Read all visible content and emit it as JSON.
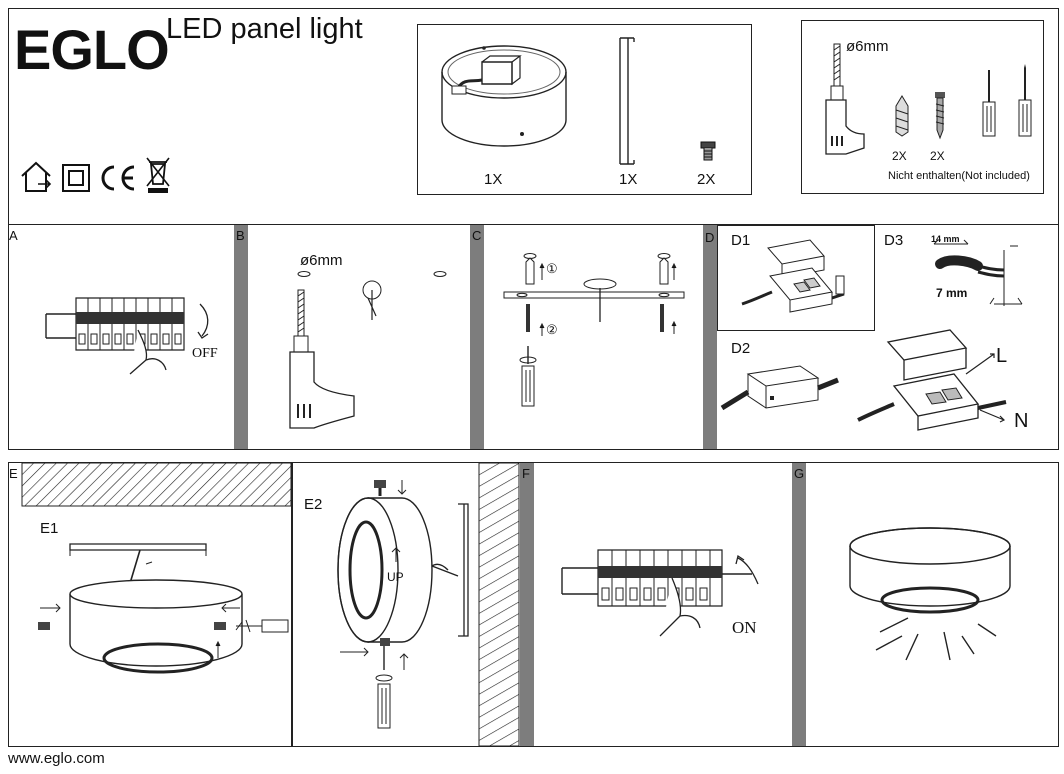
{
  "header": {
    "brand": "EGLO",
    "product": "LED panel light",
    "icons": [
      "indoor-house-icon",
      "class-ii-double-square-icon",
      "ce-mark-icon",
      "weee-bin-icon"
    ]
  },
  "parts": {
    "items": [
      {
        "name": "round-housing",
        "qty": "1X"
      },
      {
        "name": "mounting-bracket",
        "qty": "1X"
      },
      {
        "name": "screw",
        "qty": "2X"
      }
    ]
  },
  "tools": {
    "drill_size": "ø6mm",
    "plug_qty": "2X",
    "screw_qty": "2X",
    "note": "Nicht enthalten(Not included)"
  },
  "steps": {
    "A": {
      "label": "A",
      "switch_text": "OFF"
    },
    "B": {
      "label": "B",
      "drill_size": "ø6mm"
    },
    "C": {
      "label": "C",
      "mark1": "①",
      "mark2": "②"
    },
    "D": {
      "label": "D",
      "d1": "D1",
      "d2": "D2",
      "d3": "D3",
      "strip_outer": "14 mm",
      "strip_inner": "7 mm",
      "live": "L",
      "neutral": "N"
    },
    "E": {
      "label": "E",
      "e1": "E1",
      "e2": "E2",
      "up": "UP"
    },
    "F": {
      "label": "F",
      "switch_text": "ON"
    },
    "G": {
      "label": "G"
    }
  },
  "footer": {
    "url": "www.eglo.com"
  }
}
